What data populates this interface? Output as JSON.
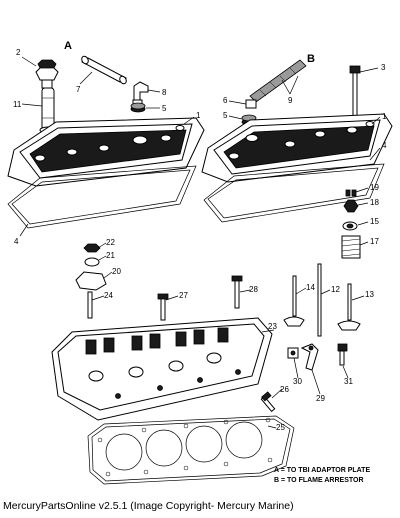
{
  "group_labels": {
    "a": "A",
    "b": "B"
  },
  "callouts": {
    "c1a": "1",
    "c1b": "1",
    "c2": "2",
    "c3": "3",
    "c4a": "4",
    "c4b": "4",
    "c5a": "5",
    "c5b": "5",
    "c6": "6",
    "c7": "7",
    "c8": "8",
    "c9": "9",
    "c11": "11",
    "c12": "12",
    "c13": "13",
    "c14": "14",
    "c15": "15",
    "c17": "17",
    "c18": "18",
    "c19": "19",
    "c20": "20",
    "c21": "21",
    "c22": "22",
    "c23": "23",
    "c24": "24",
    "c25": "25",
    "c26": "26",
    "c27": "27",
    "c28": "28",
    "c29": "29",
    "c30": "30",
    "c31": "31"
  },
  "legend": {
    "line_a": "A = TO TBI ADAPTOR PLATE",
    "line_b": "B = TO FLAME ARRESTOR"
  },
  "footer": {
    "caption": "MercuryPartsOnline v2.5.1 (Image Copyright- Mercury Marine)"
  }
}
